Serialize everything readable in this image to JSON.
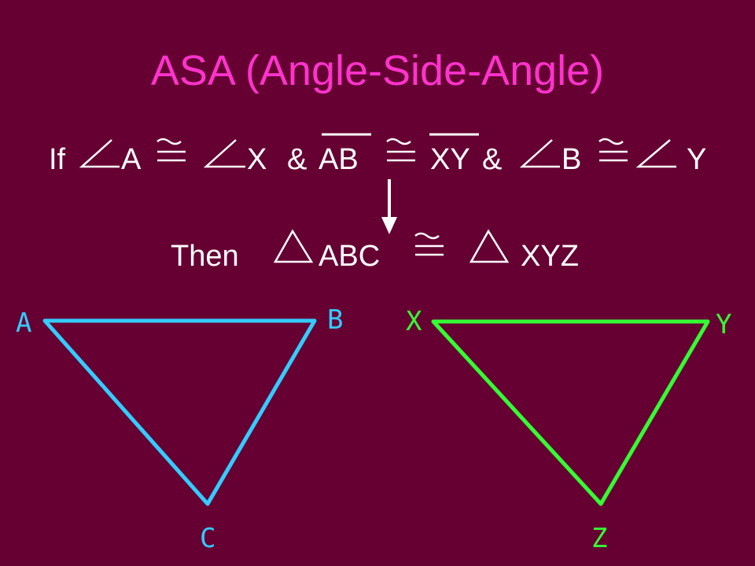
{
  "title": "ASA (Angle-Side-Angle)",
  "statement": {
    "if_label": "If",
    "angle1_vertex": "A",
    "angle1_match": "X",
    "amp1": "&",
    "side1": "AB",
    "side2": "XY",
    "amp2": "&",
    "angle2_vertex": "B",
    "angle2_match": "Y"
  },
  "conclusion": {
    "then_label": "Then",
    "triangle1": "ABC",
    "triangle2": "XYZ"
  },
  "figures": {
    "triangle_abc": {
      "labels": [
        "A",
        "B",
        "C"
      ],
      "color": "#33ccff"
    },
    "triangle_xyz": {
      "labels": [
        "X",
        "Y",
        "Z"
      ],
      "color": "#33ff33"
    }
  },
  "colors": {
    "background": "#660033",
    "title": "#ff33cc",
    "text": "#ffffff"
  }
}
